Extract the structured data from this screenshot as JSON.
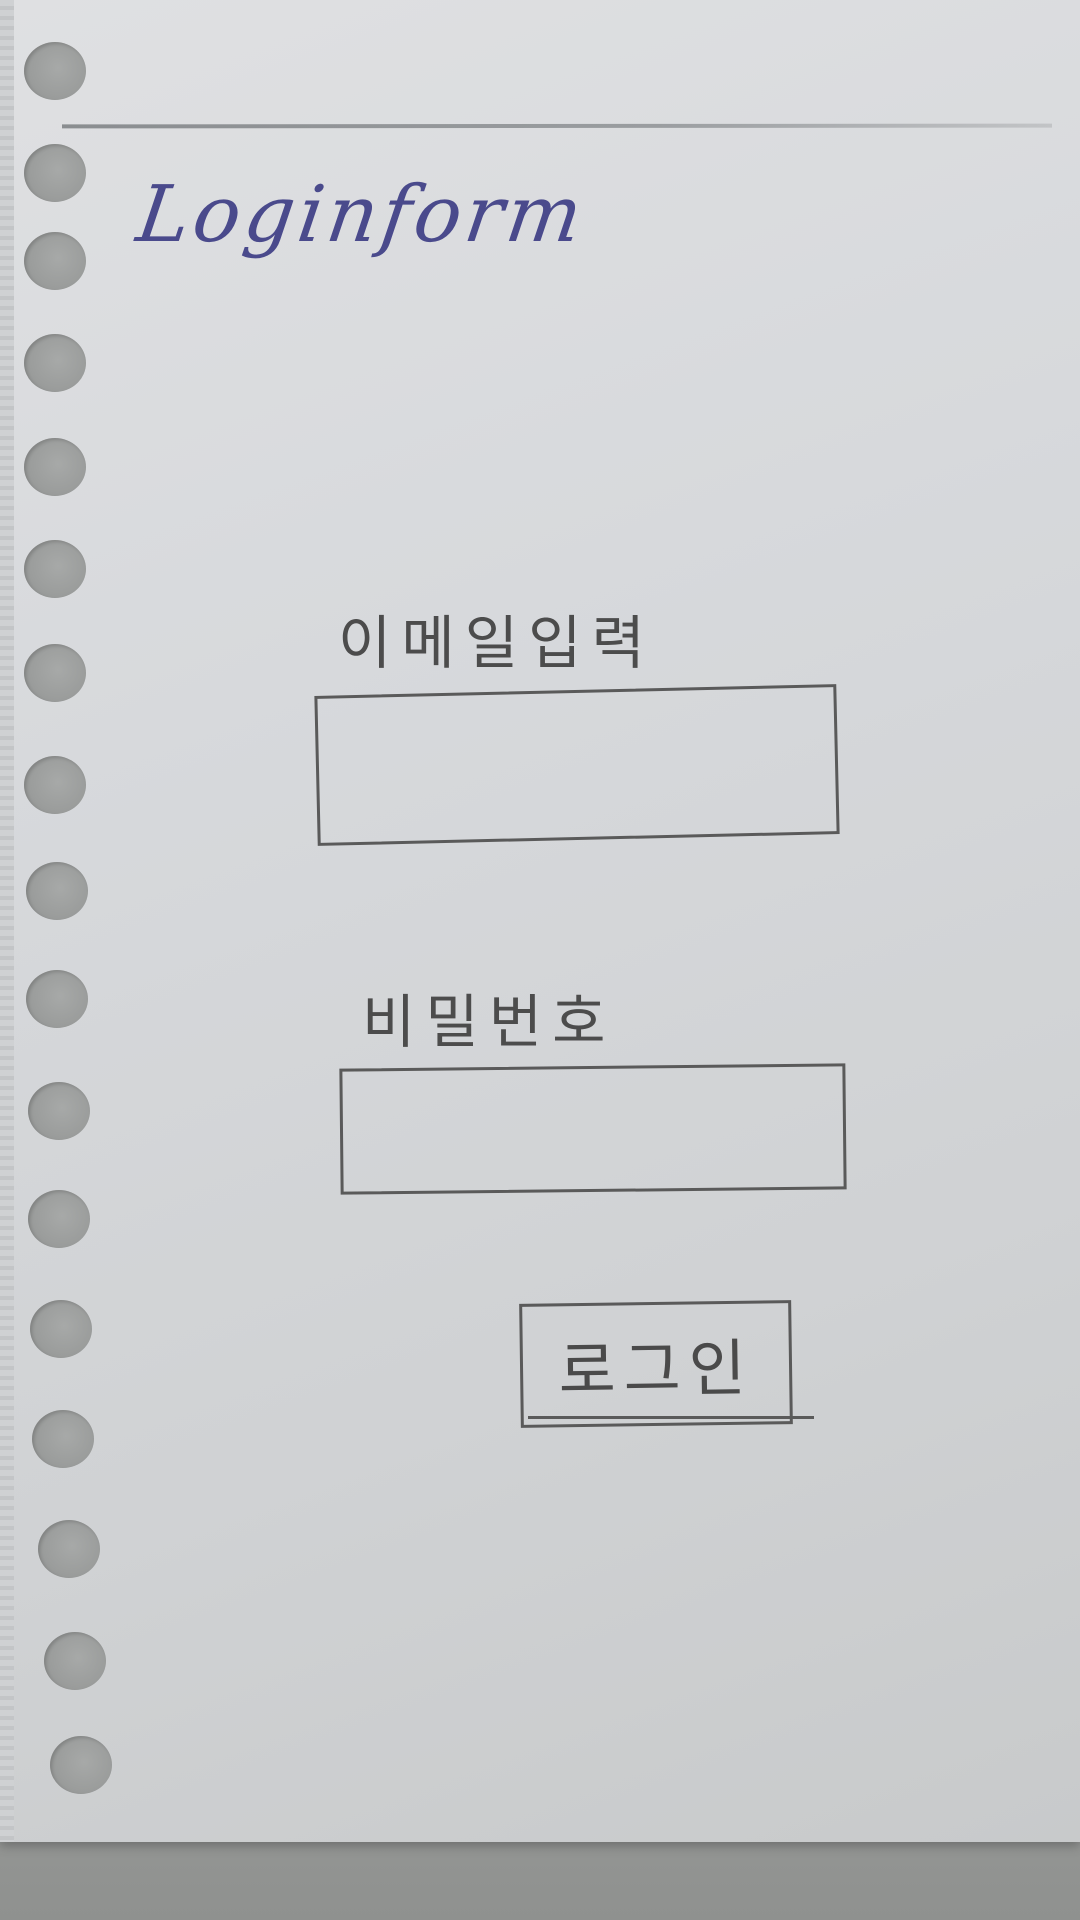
{
  "form": {
    "title": "Loginform",
    "email_label": "이메일입력",
    "email_value": "",
    "password_label": "비밀번호",
    "password_value": "",
    "login_label": "로그인"
  },
  "colors": {
    "ink_blue": "#4a4a8c",
    "pencil": "#5a5a5a",
    "paper": "#d7d9dc"
  }
}
